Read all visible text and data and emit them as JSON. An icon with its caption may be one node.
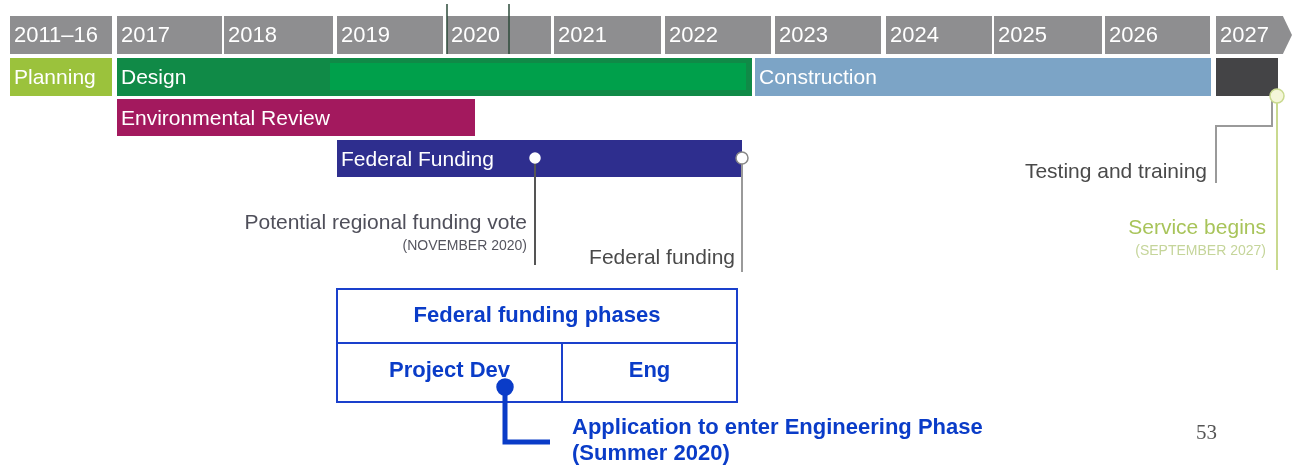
{
  "diagram": {
    "nodes": [
      {
        "text": [
          "2011–16"
        ]
      },
      {
        "text": [
          "2017"
        ]
      },
      {
        "text": [
          "2018"
        ]
      },
      {
        "text": [
          "2019"
        ]
      },
      {
        "text": [
          "2020"
        ]
      },
      {
        "text": [
          "2021"
        ]
      },
      {
        "text": [
          "2022"
        ]
      },
      {
        "text": [
          "2023"
        ]
      },
      {
        "text": [
          "2024"
        ]
      },
      {
        "text": [
          "2025"
        ]
      },
      {
        "text": [
          "2026"
        ]
      },
      {
        "text": [
          "2027"
        ]
      },
      {
        "text": [
          "Planning"
        ]
      },
      {
        "text": [
          "Design"
        ]
      },
      {
        "text": [
          "Construction"
        ]
      },
      {
        "text": [],
        "shape": "bar"
      },
      {
        "text": [
          "Environmental Review"
        ]
      },
      {
        "text": [
          "Federal Funding"
        ]
      },
      {
        "text": [
          "Potential regional funding vote",
          "(NOVEMBER 2020)"
        ]
      },
      {
        "text": [
          "Federal funding"
        ]
      },
      {
        "text": [
          "Testing and training"
        ]
      },
      {
        "text": [
          "Service begins",
          "(SEPTEMBER 2027)"
        ]
      },
      {
        "text": [
          "Federal funding phases"
        ]
      },
      {
        "text": [
          "Project Dev"
        ],
        "in": 22
      },
      {
        "text": [
          "Eng"
        ],
        "in": 22
      },
      {
        "text": [
          "Application to enter Engineering Phase (Summer 2020)"
        ]
      }
    ],
    "edges": [
      {
        "from": 18,
        "to": 17,
        "arrow": "other",
        "color": "#555555"
      },
      {
        "from": 19,
        "to": 17,
        "arrow": "other"
      },
      {
        "from": 20,
        "to": 15,
        "arrow": "none"
      },
      {
        "from": 21,
        "to": 15,
        "arrow": "other",
        "color": "#c9d98f"
      },
      {
        "from": 25,
        "to": 23,
        "arrow": "other",
        "style": "thick",
        "color": "#0a3cc8"
      }
    ],
    "labels": [
      "53"
    ]
  }
}
